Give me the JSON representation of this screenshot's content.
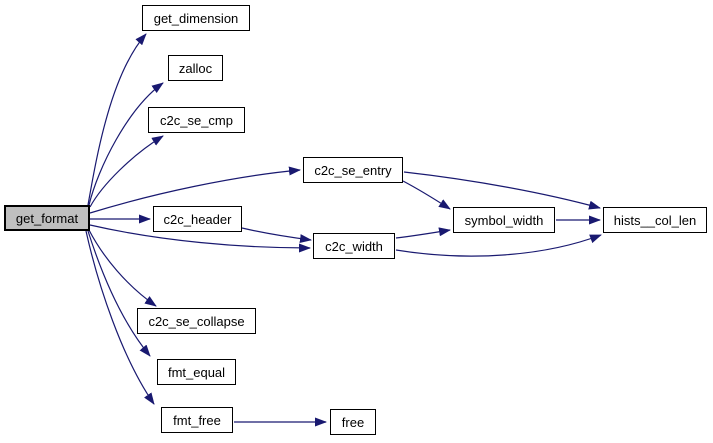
{
  "diagram": {
    "type": "call-graph",
    "root": "get_format",
    "colors": {
      "edge": "#191970",
      "node_border": "#000000",
      "node_fill": "#ffffff",
      "root_node_fill": "#bfbfbf",
      "text": "#000000",
      "background": "#ffffff"
    },
    "nodes": [
      {
        "id": "get_format",
        "label": "get_format",
        "selected": true
      },
      {
        "id": "get_dimension",
        "label": "get_dimension",
        "selected": false
      },
      {
        "id": "zalloc",
        "label": "zalloc",
        "selected": false
      },
      {
        "id": "c2c_se_cmp",
        "label": "c2c_se_cmp",
        "selected": false
      },
      {
        "id": "c2c_se_entry",
        "label": "c2c_se_entry",
        "selected": false
      },
      {
        "id": "c2c_header",
        "label": "c2c_header",
        "selected": false
      },
      {
        "id": "c2c_width",
        "label": "c2c_width",
        "selected": false
      },
      {
        "id": "symbol_width",
        "label": "symbol_width",
        "selected": false
      },
      {
        "id": "hists__col_len",
        "label": "hists__col_len",
        "selected": false
      },
      {
        "id": "c2c_se_collapse",
        "label": "c2c_se_collapse",
        "selected": false
      },
      {
        "id": "fmt_equal",
        "label": "fmt_equal",
        "selected": false
      },
      {
        "id": "fmt_free",
        "label": "fmt_free",
        "selected": false
      },
      {
        "id": "free",
        "label": "free",
        "selected": false
      }
    ],
    "edges": [
      {
        "from": "get_format",
        "to": "get_dimension"
      },
      {
        "from": "get_format",
        "to": "zalloc"
      },
      {
        "from": "get_format",
        "to": "c2c_se_cmp"
      },
      {
        "from": "get_format",
        "to": "c2c_se_entry"
      },
      {
        "from": "get_format",
        "to": "c2c_header"
      },
      {
        "from": "get_format",
        "to": "c2c_width"
      },
      {
        "from": "get_format",
        "to": "c2c_se_collapse"
      },
      {
        "from": "get_format",
        "to": "fmt_equal"
      },
      {
        "from": "get_format",
        "to": "fmt_free"
      },
      {
        "from": "c2c_header",
        "to": "c2c_width"
      },
      {
        "from": "c2c_se_entry",
        "to": "symbol_width"
      },
      {
        "from": "c2c_se_entry",
        "to": "hists__col_len"
      },
      {
        "from": "c2c_width",
        "to": "symbol_width"
      },
      {
        "from": "c2c_width",
        "to": "hists__col_len"
      },
      {
        "from": "symbol_width",
        "to": "hists__col_len"
      },
      {
        "from": "fmt_free",
        "to": "free"
      }
    ]
  }
}
